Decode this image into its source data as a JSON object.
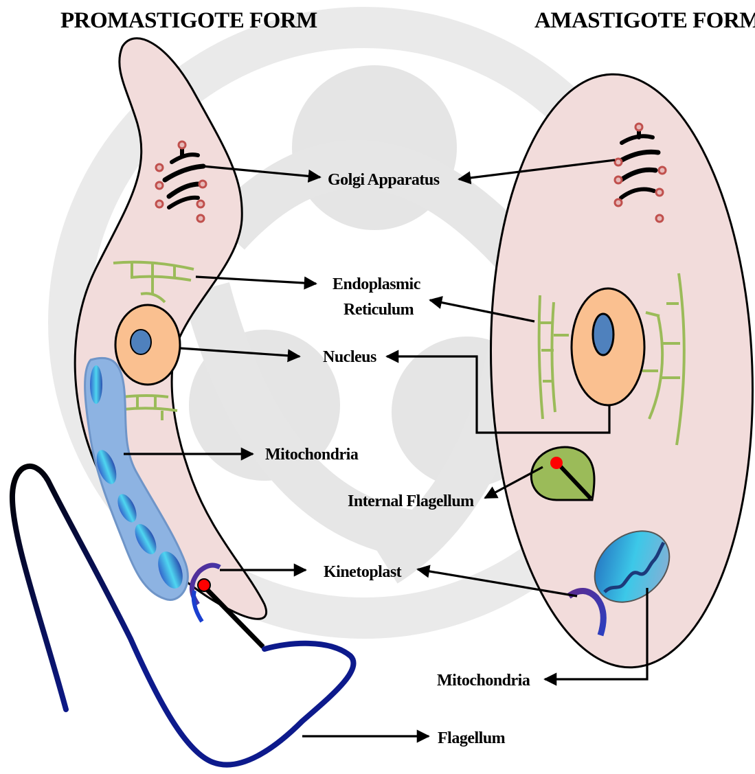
{
  "titles": {
    "left": "PROMASTIGOTE FORM",
    "right": "AMASTIGOTE FORM"
  },
  "labels": {
    "golgi": "Golgi Apparatus",
    "er_line1": "Endoplasmic",
    "er_line2": "Reticulum",
    "nucleus": "Nucleus",
    "mito_left": "Mitochondria",
    "internal_flagellum": "Internal Flagellum",
    "kinetoplast": "Kinetoplast",
    "mito_right": "Mitochondria",
    "flagellum": "Flagellum"
  },
  "colors": {
    "cell_fill": "#f2dcdb",
    "nucleus_fill": "#fac090",
    "nucleolus_fill": "#4f81bd",
    "er": "#9bbb59",
    "golgi_dot_fill": "#e6b9b8",
    "golgi_dot_stroke": "#c0504d",
    "mito_left": "#8db3e2",
    "flagellum": "#0d1a8c",
    "kinetoplast_dot": "#ff0000",
    "internal_flag_fill": "#9bbb59",
    "watermark": "#d9d9d9"
  }
}
